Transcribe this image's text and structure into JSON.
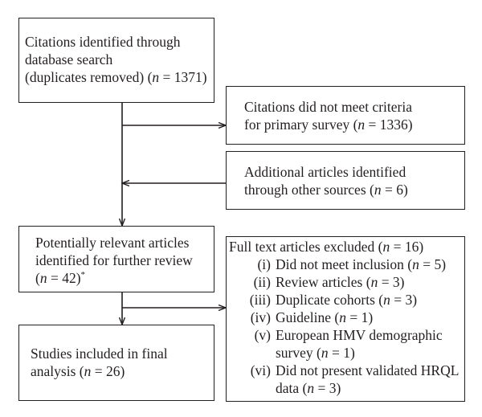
{
  "boxes": {
    "citations": {
      "line1": "Citations identified through",
      "line2": "database search",
      "line3_pre": "(duplicates removed) (",
      "n": "n",
      "line3_post": " = 1371)"
    },
    "not_met": {
      "line1": "Citations did not meet criteria",
      "line2_pre": "for primary survey (",
      "n": "n",
      "line2_post": " = 1336)"
    },
    "additional": {
      "line1": "Additional articles identified",
      "line2_pre": "through other sources (",
      "n": "n",
      "line2_post": " = 6)"
    },
    "relevant": {
      "line1": "Potentially relevant articles",
      "line2": "identified for further review",
      "line3_pre": "(",
      "n": "n",
      "line3_post": " = 42)",
      "footnote_mark": "*"
    },
    "included": {
      "line1": "Studies included in final",
      "line2_pre": "analysis (",
      "n": "n",
      "line2_post": " = 26)"
    },
    "excluded": {
      "header_pre": "Full text articles excluded (",
      "n": "n",
      "header_post": " = 16)",
      "items": [
        {
          "num": "(i)",
          "pre": "Did not meet inclusion (",
          "post": " = 5)"
        },
        {
          "num": "(ii)",
          "pre": "Review articles (",
          "post": " = 3)"
        },
        {
          "num": "(iii)",
          "pre": "Duplicate cohorts (",
          "post": " = 3)"
        },
        {
          "num": "(iv)",
          "pre": "Guideline (",
          "post": " = 1)"
        },
        {
          "num": "(v)",
          "pre": "European HMV demographic",
          "cont_pre": "survey (",
          "post": " = 1)"
        },
        {
          "num": "(vi)",
          "pre": "Did not present validated HRQL",
          "cont_pre": "data (",
          "post": " = 3)"
        }
      ]
    }
  },
  "colors": {
    "stroke": "#231f20",
    "background": "#ffffff"
  }
}
